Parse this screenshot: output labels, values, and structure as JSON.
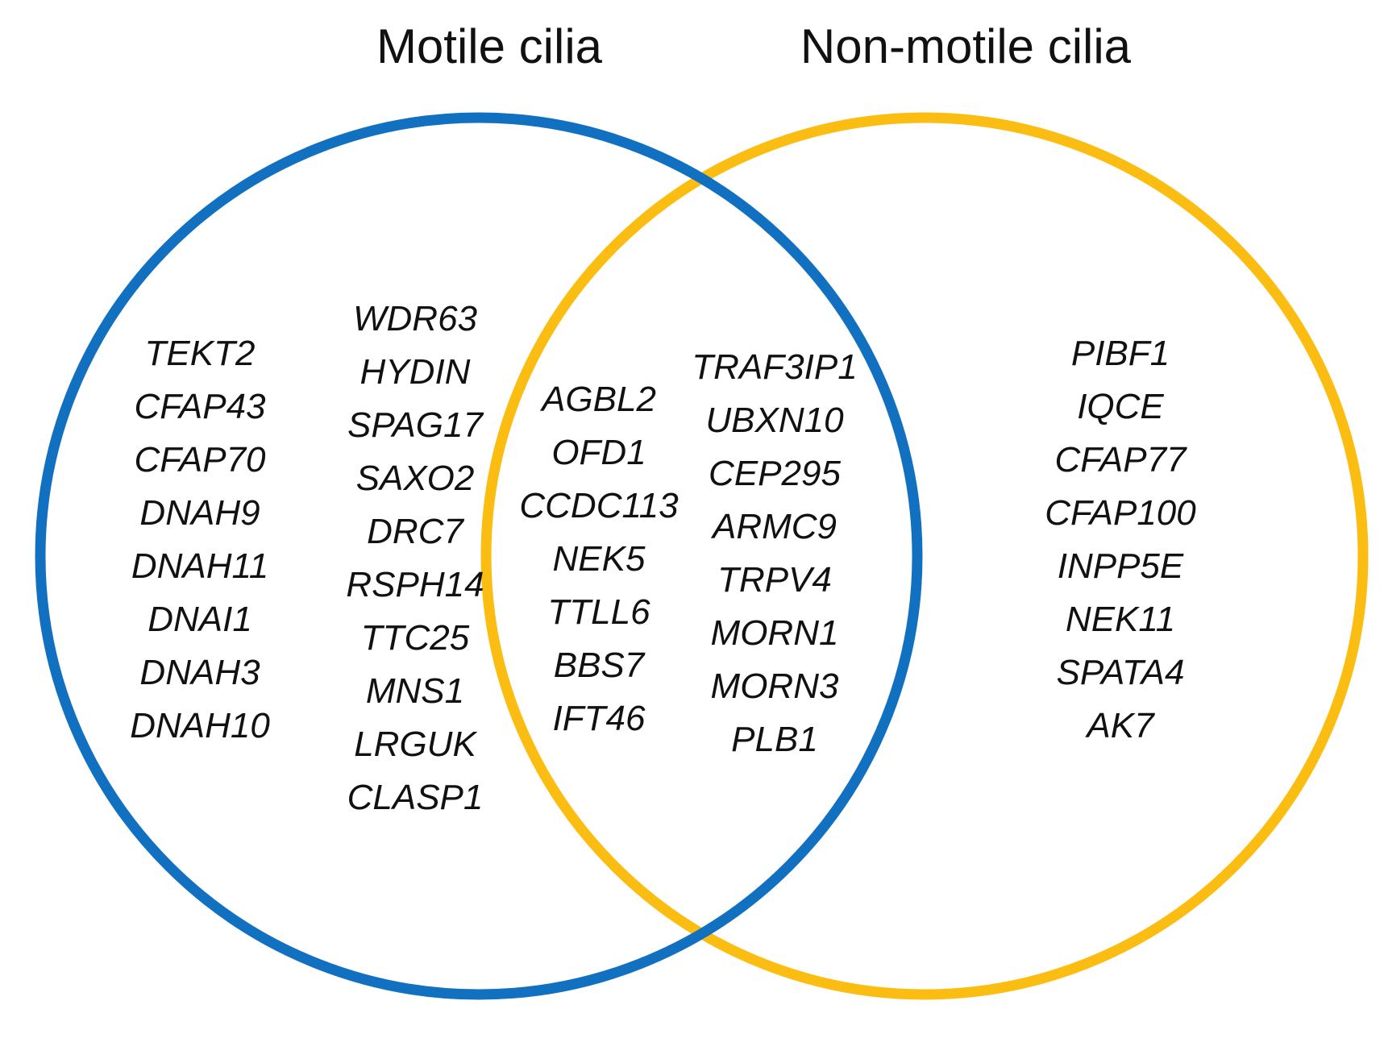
{
  "sets": {
    "motile": {
      "title": "Motile cilia",
      "color": "#1270c0",
      "genes_col1": [
        "TEKT2",
        "CFAP43",
        "CFAP70",
        "DNAH9",
        "DNAH11",
        "DNAI1",
        "DNAH3",
        "DNAH10"
      ],
      "genes_col2": [
        "WDR63",
        "HYDIN",
        "SPAG17",
        "SAXO2",
        "DRC7",
        "RSPH14",
        "TTC25",
        "MNS1",
        "LRGUK",
        "CLASP1"
      ]
    },
    "non_motile": {
      "title": "Non-motile cilia",
      "color": "#fbbd12",
      "genes": [
        "PIBF1",
        "IQCE",
        "CFAP77",
        "CFAP100",
        "INPP5E",
        "NEK11",
        "SPATA4",
        "AK7"
      ]
    },
    "shared": {
      "genes_col1": [
        "AGBL2",
        "OFD1",
        "CCDC113",
        "NEK5",
        "TTLL6",
        "BBS7",
        "IFT46"
      ],
      "genes_col2": [
        "TRAF3IP1",
        "UBXN10",
        "CEP295",
        "ARMC9",
        "TRPV4",
        "MORN1",
        "MORN3",
        "PLB1"
      ]
    }
  }
}
